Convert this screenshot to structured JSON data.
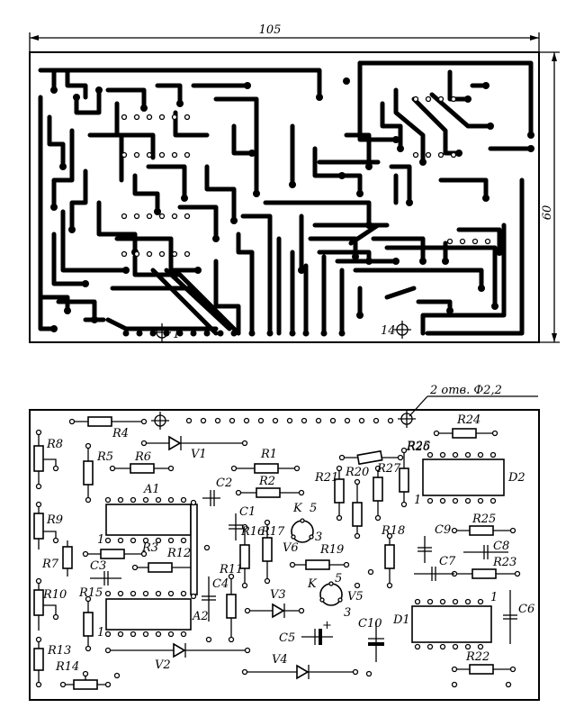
{
  "dimensions": {
    "width": "105",
    "height": "60",
    "holes_note": "2 отв. Ф2,2"
  },
  "mount_labels": {
    "left": "1",
    "right": "14"
  },
  "components": {
    "R1": "R1",
    "R2": "R2",
    "R3": "R3",
    "R4": "R4",
    "R5": "R5",
    "R6": "R6",
    "R7": "R7",
    "R8": "R8",
    "R9": "R9",
    "R10": "R10",
    "R11": "R11",
    "R12": "R12",
    "R13": "R13",
    "R14": "R14",
    "R15": "R15",
    "R16": "R16",
    "R17": "R17",
    "R18": "R18",
    "R19": "R19",
    "R20": "R20",
    "R21": "R21",
    "R22": "R22",
    "R23": "R23",
    "R24": "R24",
    "R25a": "R25",
    "R25b": "R25",
    "R26": "R26",
    "R27": "R27",
    "C1": "C1",
    "C2": "C2",
    "C3": "C3",
    "C4": "C4",
    "C5": "C5",
    "C6": "C6",
    "C7": "C7",
    "C8": "C8",
    "C9": "C9",
    "C10": "C10",
    "A1": "A1",
    "A2": "A2",
    "D1": "D1",
    "D2": "D2",
    "V1": "V1",
    "V2": "V2",
    "V3": "V3",
    "V4": "V4",
    "V5": "V5",
    "V6": "V6"
  },
  "pin_marks": {
    "one": "1",
    "k": "K",
    "five": "5",
    "three": "3",
    "plus": "+"
  }
}
